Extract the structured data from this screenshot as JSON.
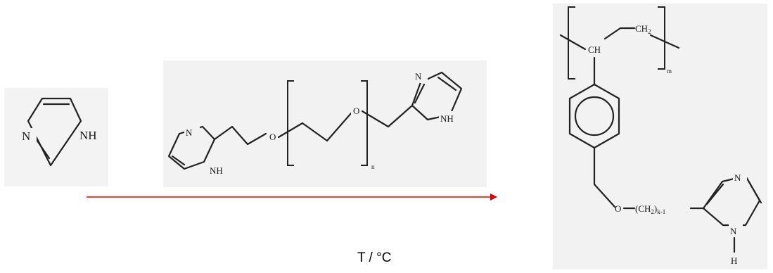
{
  "colors": {
    "arrow": "#e00000",
    "ink": "#222222",
    "panel": "#f2f2f2"
  },
  "imidazole": {
    "n_left": "N",
    "nh_right": "NH"
  },
  "peg_bis_imidazole": {
    "n_left": "N",
    "nh_left": "NH",
    "o_left": "O",
    "o_right": "O",
    "repeat_n": "n",
    "n_right": "N",
    "nh_right": "NH"
  },
  "polymer": {
    "ch_backbone": "CH",
    "ch2_backbone": "CH",
    "ch2_sub": "2",
    "repeat_m": "m",
    "o_ether": "O",
    "chain_prefix": "(CH",
    "chain_sub_2": "2",
    "chain_suffix": ")",
    "chain_sub_k": "k-1",
    "n_ring": "N",
    "n_bottom": "N",
    "h_bottom": "H"
  },
  "reaction": {
    "arrow_label": "T / °C"
  }
}
